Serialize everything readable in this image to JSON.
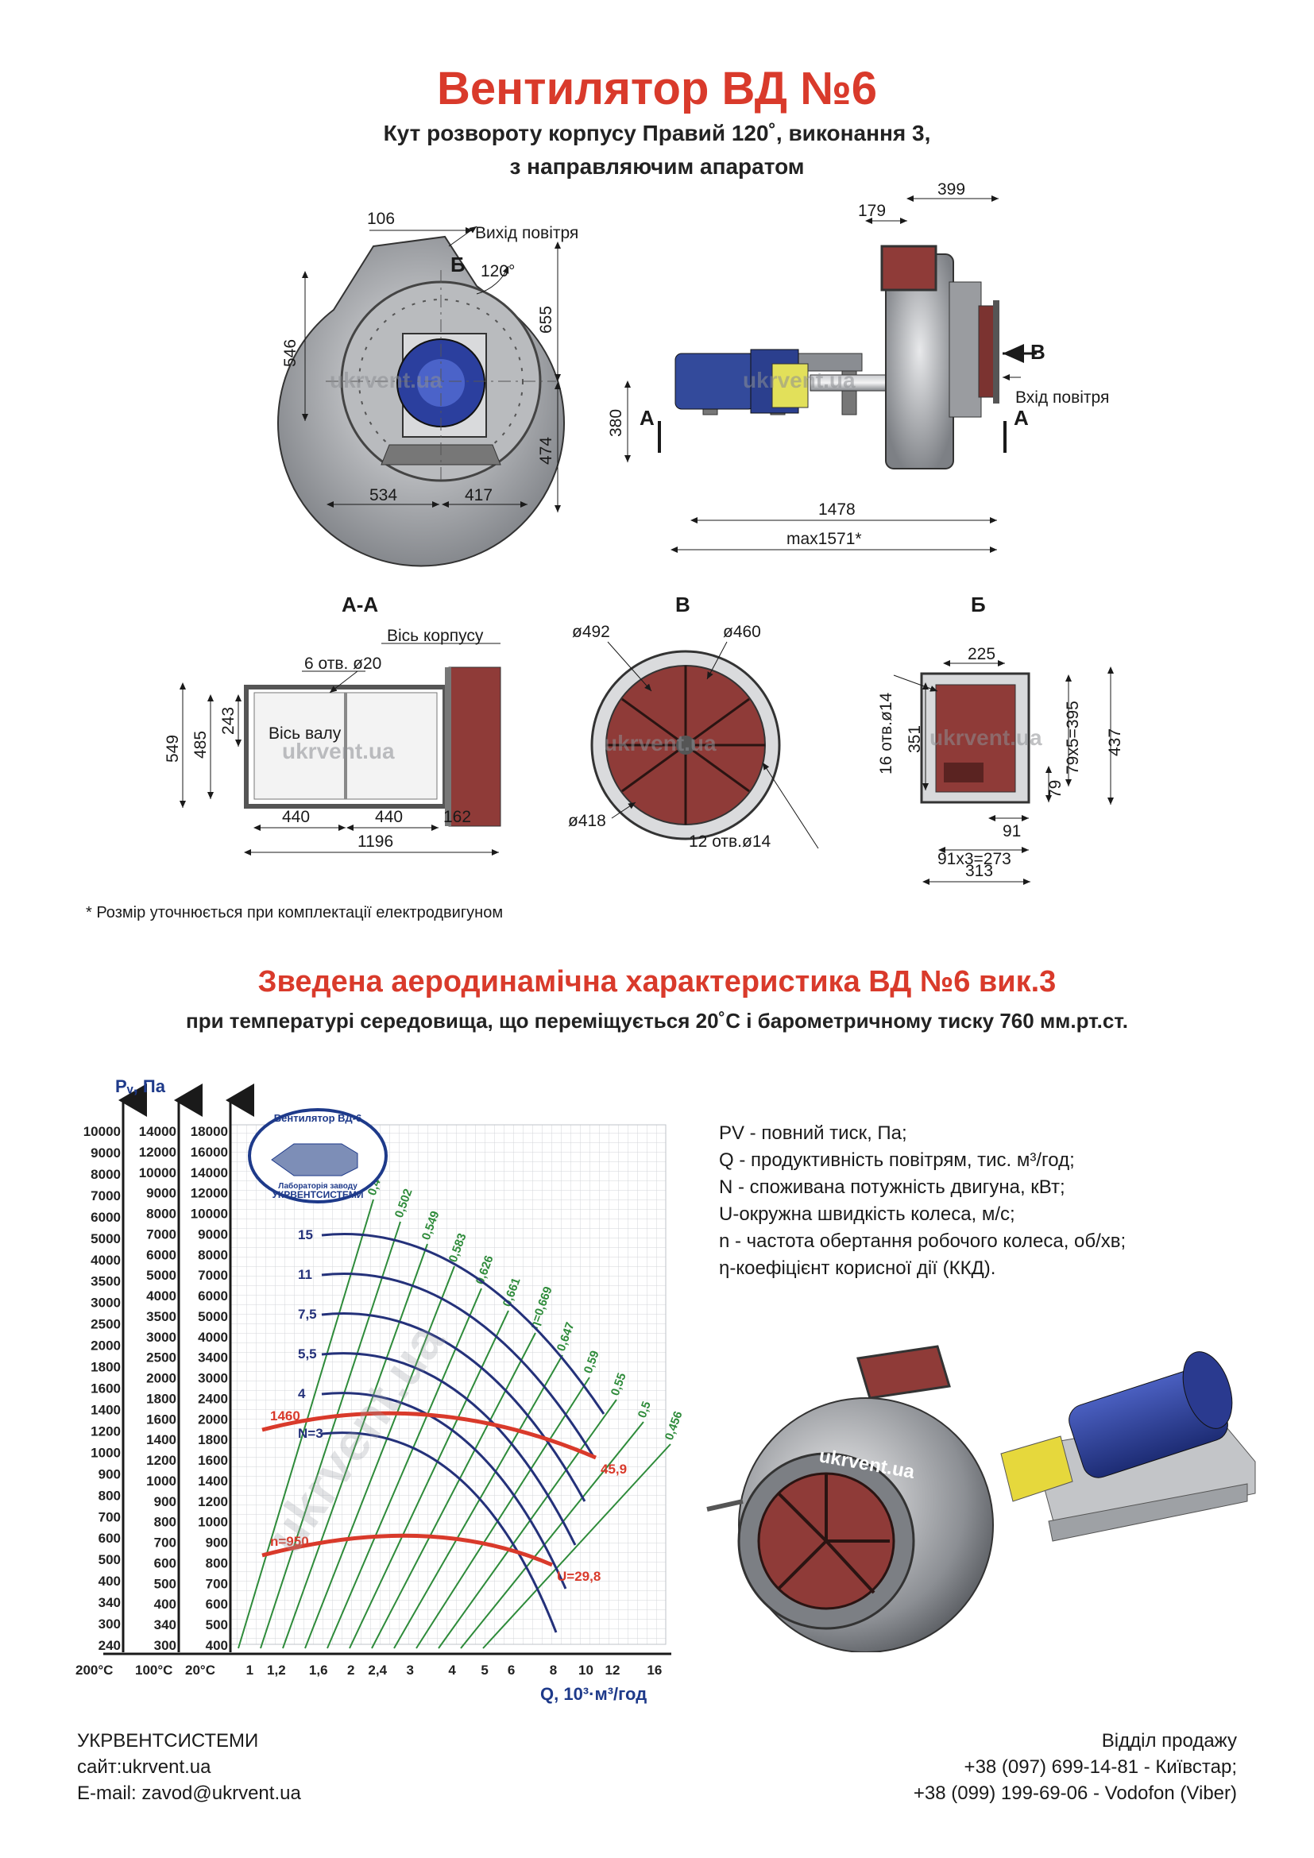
{
  "header": {
    "title": "Вентилятор  ВД №6",
    "subtitle_1": "Кут розвороту корпусу Правий 120˚, виконання 3,",
    "subtitle_2": "з направляючим апаратом"
  },
  "drawings": {
    "front": {
      "d106": "106",
      "outlet": "Вихід повітря",
      "b": "Б",
      "angle": "120°",
      "d546": "546",
      "d655": "655",
      "d474": "474",
      "d534": "534",
      "d417": "417"
    },
    "side": {
      "d399": "399",
      "d179": "179",
      "b_label": "В",
      "inlet": "Вхід повітря",
      "a_left": "А",
      "a_right": "А",
      "d380": "380",
      "d1478": "1478",
      "dmax": "max1571*"
    },
    "section_aa": {
      "title": "А-А",
      "axis_body": "Вісь корпусу",
      "holes": "6 отв. ø20",
      "axis_shaft": "Вісь валу",
      "d549": "549",
      "d485": "485",
      "d243": "243",
      "d440a": "440",
      "d440b": "440",
      "d162": "162",
      "d1196": "1196"
    },
    "section_v": {
      "title": "В",
      "d492": "ø492",
      "d460": "ø460",
      "d418": "ø418",
      "holes": "12 отв.ø14"
    },
    "section_b": {
      "title": "Б",
      "d225": "225",
      "holes": "16 отв.ø14",
      "d351": "351",
      "d79x5": "79x5=395",
      "d437": "437",
      "d79": "79",
      "d91": "91",
      "d91x3": "91x3=273",
      "d313": "313"
    },
    "watermark": "ukrvent.ua",
    "footnote": "* Розмір уточнюється при комплектації електродвигуном"
  },
  "section2": {
    "title": "Зведена аеродинамічна характеристика ВД №6 вик.3",
    "subtitle": "при температурі середовища, що переміщується 20˚С і барометричному тиску 760 мм.рт.ст."
  },
  "legend": [
    "PV - повний тиск, Па;",
    "Q - продуктивність повітрям, тис. м³/год;",
    "N - споживана потужність двигуна, кВт;",
    "U-окружна швидкість колеса, м/с;",
    "n - частота обертання робочого колеса, об/хв;",
    "η-коефіцієнт корисної дії (ККД)."
  ],
  "chart_data": {
    "type": "line",
    "ylabel": "Pᵥ, Па",
    "xlabel": "Q, 10³·м³/год",
    "x_scale": "log",
    "y_scale": "log",
    "x_ticks": [
      "1",
      "1,2",
      "1,6",
      "2",
      "2,4",
      "3",
      "4",
      "5",
      "6",
      "8",
      "10",
      "12",
      "16"
    ],
    "x_temp_labels": [
      "200°C",
      "100°C",
      "20°C"
    ],
    "y_axis_200C": [
      "10000",
      "9000",
      "8000",
      "7000",
      "6000",
      "5000",
      "4000",
      "3500",
      "3000",
      "2500",
      "2000",
      "1800",
      "1600",
      "1400",
      "1200",
      "1000",
      "900",
      "800",
      "700",
      "600",
      "500",
      "400",
      "340",
      "300",
      "240"
    ],
    "y_axis_100C": [
      "14000",
      "12000",
      "10000",
      "9000",
      "8000",
      "7000",
      "6000",
      "5000",
      "4000",
      "3500",
      "3000",
      "2500",
      "2000",
      "1800",
      "1600",
      "1400",
      "1200",
      "1000",
      "900",
      "800",
      "700",
      "600",
      "500",
      "400",
      "340",
      "300"
    ],
    "y_axis_20C": [
      "18000",
      "16000",
      "14000",
      "12000",
      "10000",
      "9000",
      "8000",
      "7000",
      "6000",
      "5000",
      "4000",
      "3400",
      "3000",
      "2400",
      "2000",
      "1800",
      "1600",
      "1400",
      "1200",
      "1000",
      "900",
      "800",
      "700",
      "600",
      "500",
      "400"
    ],
    "efficiency_labels": [
      "0,4",
      "0,502",
      "0,549",
      "0,583",
      "0,626",
      "0,661",
      "η=0,669",
      "0,647",
      "0,59",
      "0,55",
      "0,5",
      "0,456"
    ],
    "power_labels": [
      "15",
      "11",
      "7,5",
      "5,5",
      "4",
      "N=3"
    ],
    "speed_labels": [
      "1460",
      "n=950"
    ],
    "u_labels": [
      "45,9",
      "U=29,8"
    ],
    "badge": {
      "top": "Вентилятор ВД-6",
      "bottom": "УКРВЕНТСИСТЕМИ",
      "mid": "Лабораторія заводу"
    }
  },
  "footer": {
    "company": "УКРВЕНТСИСТЕМИ",
    "site": "сайт:ukrvent.ua",
    "email": "E-mail: zavod@ukrvent.ua",
    "sales": "Відділ продажу",
    "phone1": "+38 (097) 699-14-81 - Київстар;",
    "phone2": "+38 (099) 199-69-06 - Vodofon (Viber)"
  },
  "colors": {
    "accent_red": "#d93a2b",
    "curve_blue": "#24317a",
    "curve_green": "#2e8b3a",
    "metal": "#8a8d92",
    "duct_red": "#8f3b38"
  }
}
